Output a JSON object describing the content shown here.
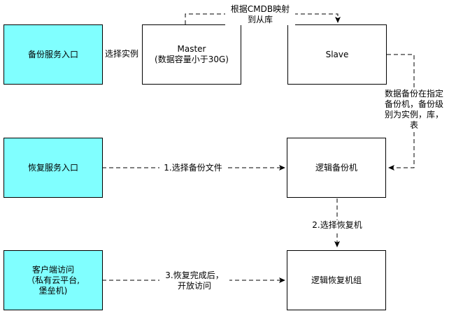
{
  "nodes": {
    "backup_entry": "备份服务入口",
    "master": "Master\n(数据容量小于30G)",
    "slave": "Slave",
    "restore_entry": "恢复服务入口",
    "logical_backup": "逻辑备份机",
    "client_access": "客户端访问\n（私有云平台,\n堡垒机)",
    "logical_restore_group": "逻辑恢复机组"
  },
  "edges": {
    "select_instance": "选择实例",
    "cmdb_map": "根据CMDB映射\n到从库",
    "backup_to_machine": "数据备份在指定\n备份机，备份级\n别为实例，库，\n表",
    "select_backup_file": "1.选择备份文件",
    "select_restore_machine": "2.选择恢复机",
    "restore_done": "3.恢复完成后，\n开放访问"
  },
  "colors": {
    "entry_fill": "#80ffff",
    "box_fill": "#ffffff",
    "stroke": "#000000"
  }
}
